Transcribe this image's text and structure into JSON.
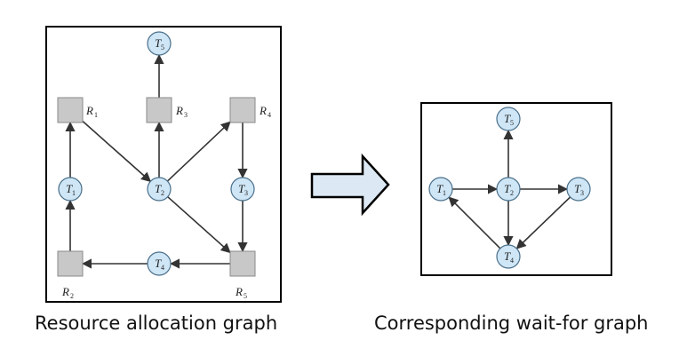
{
  "captions": {
    "left": "Resource allocation graph",
    "right": "Corresponding wait-for graph"
  },
  "left_graph": {
    "threads": [
      {
        "id": "T5",
        "letter": "T",
        "sub": "5"
      },
      {
        "id": "T1",
        "letter": "T",
        "sub": "1"
      },
      {
        "id": "T2",
        "letter": "T",
        "sub": "2"
      },
      {
        "id": "T3",
        "letter": "T",
        "sub": "3"
      },
      {
        "id": "T4",
        "letter": "T",
        "sub": "4"
      }
    ],
    "resources": [
      {
        "id": "R1",
        "letter": "R",
        "sub": "1"
      },
      {
        "id": "R3",
        "letter": "R",
        "sub": "3"
      },
      {
        "id": "R4",
        "letter": "R",
        "sub": "4"
      },
      {
        "id": "R2",
        "letter": "R",
        "sub": "2"
      },
      {
        "id": "R5",
        "letter": "R",
        "sub": "5"
      }
    ],
    "edges": [
      {
        "from": "R3",
        "to": "T5"
      },
      {
        "from": "T1",
        "to": "R1"
      },
      {
        "from": "R1",
        "to": "T2"
      },
      {
        "from": "T2",
        "to": "R3"
      },
      {
        "from": "T2",
        "to": "R4"
      },
      {
        "from": "T2",
        "to": "R5"
      },
      {
        "from": "R4",
        "to": "T3"
      },
      {
        "from": "T3",
        "to": "R5"
      },
      {
        "from": "R5",
        "to": "T4"
      },
      {
        "from": "T4",
        "to": "R2"
      },
      {
        "from": "R2",
        "to": "T1"
      }
    ]
  },
  "right_graph": {
    "threads": [
      {
        "id": "T5",
        "letter": "T",
        "sub": "5"
      },
      {
        "id": "T1",
        "letter": "T",
        "sub": "1"
      },
      {
        "id": "T2",
        "letter": "T",
        "sub": "2"
      },
      {
        "id": "T3",
        "letter": "T",
        "sub": "3"
      },
      {
        "id": "T4",
        "letter": "T",
        "sub": "4"
      }
    ],
    "edges": [
      {
        "from": "T1",
        "to": "T2"
      },
      {
        "from": "T2",
        "to": "T5"
      },
      {
        "from": "T2",
        "to": "T3"
      },
      {
        "from": "T2",
        "to": "T4"
      },
      {
        "from": "T3",
        "to": "T4"
      },
      {
        "from": "T4",
        "to": "T1"
      }
    ]
  },
  "colors": {
    "node_fill": "#cfe6f6",
    "resource_fill": "#c8c8c8",
    "arrow_fill": "#dce8f3"
  }
}
